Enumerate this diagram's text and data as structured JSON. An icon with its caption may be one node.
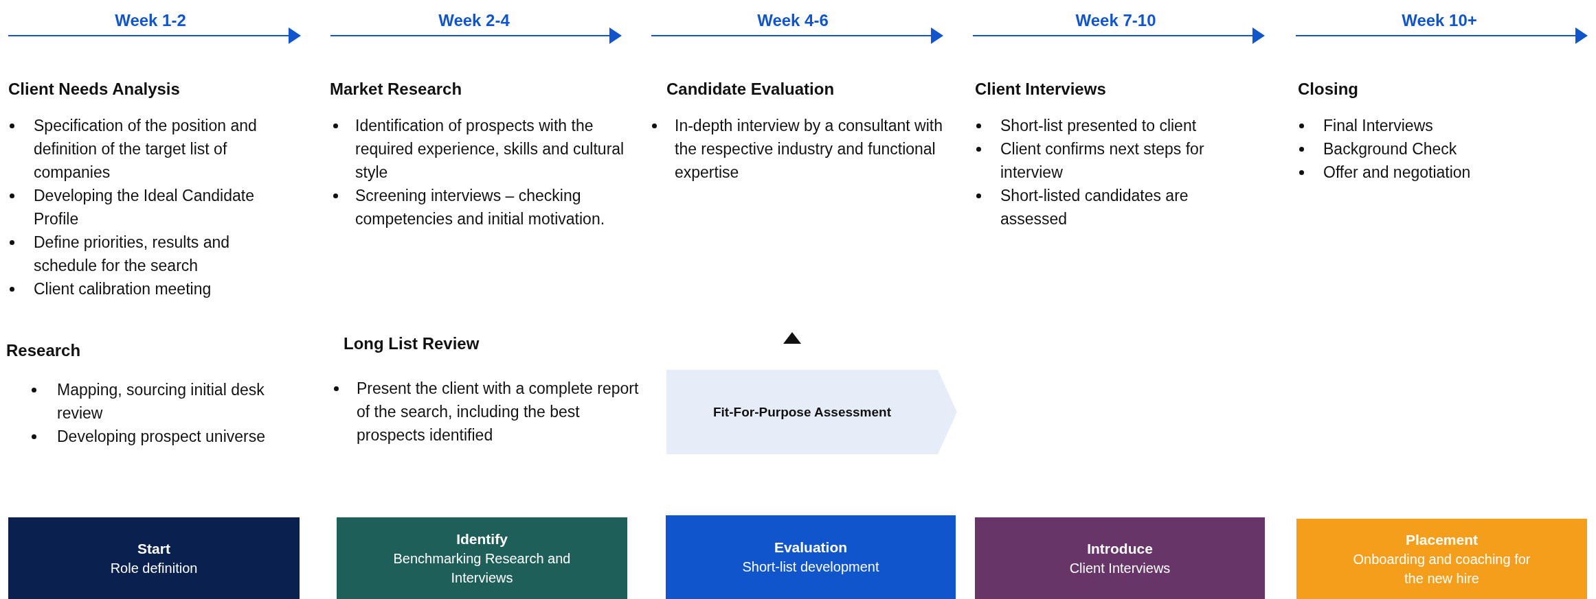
{
  "diagram": {
    "nodes": [
      {
        "text": [
          "Fit-For-Purpose Assessment"
        ]
      },
      {
        "text": [
          "Start",
          "Role definition"
        ]
      },
      {
        "text": [
          "Identify",
          "Benchmarking Research and Interviews"
        ]
      },
      {
        "text": [
          "Evaluation",
          "Short-list development"
        ]
      },
      {
        "text": [
          "Introduce",
          "Client Interviews"
        ]
      },
      {
        "text": [
          "Placement",
          "Onboarding and coaching for the new hire"
        ]
      }
    ],
    "labels": [
      "Week 1-2",
      "Week 2-4",
      "Week 4-6",
      "Week 7-10",
      "Week 10+",
      "Client Needs Analysis",
      "Specification of the position and definition of the target list of companies",
      "Developing the Ideal Candidate Profile",
      "Define priorities, results and schedule for the search",
      "Client calibration meeting",
      "Market Research",
      "Identification of prospects with the required experience, skills and cultural style",
      "Screening interviews – checking competencies and initial motivation.",
      "Candidate Evaluation",
      "In-depth interview by a consultant with the respective industry and functional expertise",
      "Client Interviews",
      "Short-list presented to client",
      "Client confirms next steps for interview",
      "Short-listed candidates are assessed",
      "Closing",
      "Final Interviews",
      "Background Check",
      "Offer and negotiation",
      "Research",
      "Mapping, sourcing initial desk review",
      "Developing prospect universe",
      "Long List Review",
      "Present the client with a complete report of the search, including the best prospects identified"
    ]
  }
}
